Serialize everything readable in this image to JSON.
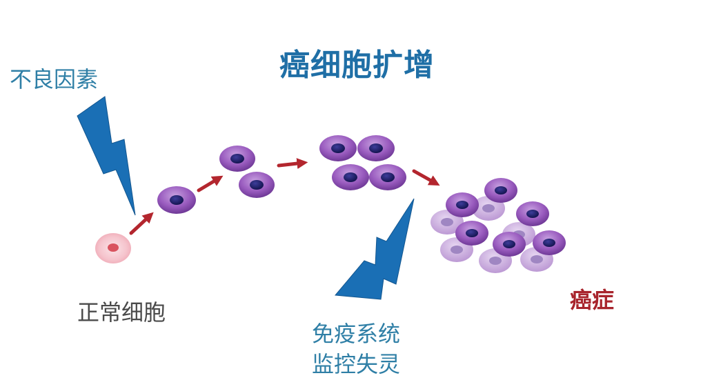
{
  "title": "癌细胞扩增",
  "labels": {
    "adverse_factors": "不良因素",
    "normal_cell": "正常细胞",
    "immune_failure_line1": "免疫系统",
    "immune_failure_line2": "监控失灵",
    "cancer": "癌症"
  },
  "icons": [
    "lightning-bolt-icon",
    "arrow-icon",
    "cell-icon"
  ],
  "colors": {
    "title": "#1f6fa6",
    "label_blue": "#2f7fa6",
    "label_dark": "#4a4a4a",
    "cancer_label": "#a8242c",
    "bolt": "#1a6fb5",
    "arrow": "#b3262e",
    "cell_membrane": "#8a4bab",
    "cell_nucleus": "#1f1f66",
    "cell_faded": "#c7a6d9",
    "normal_cell": "#f1b6c0"
  }
}
